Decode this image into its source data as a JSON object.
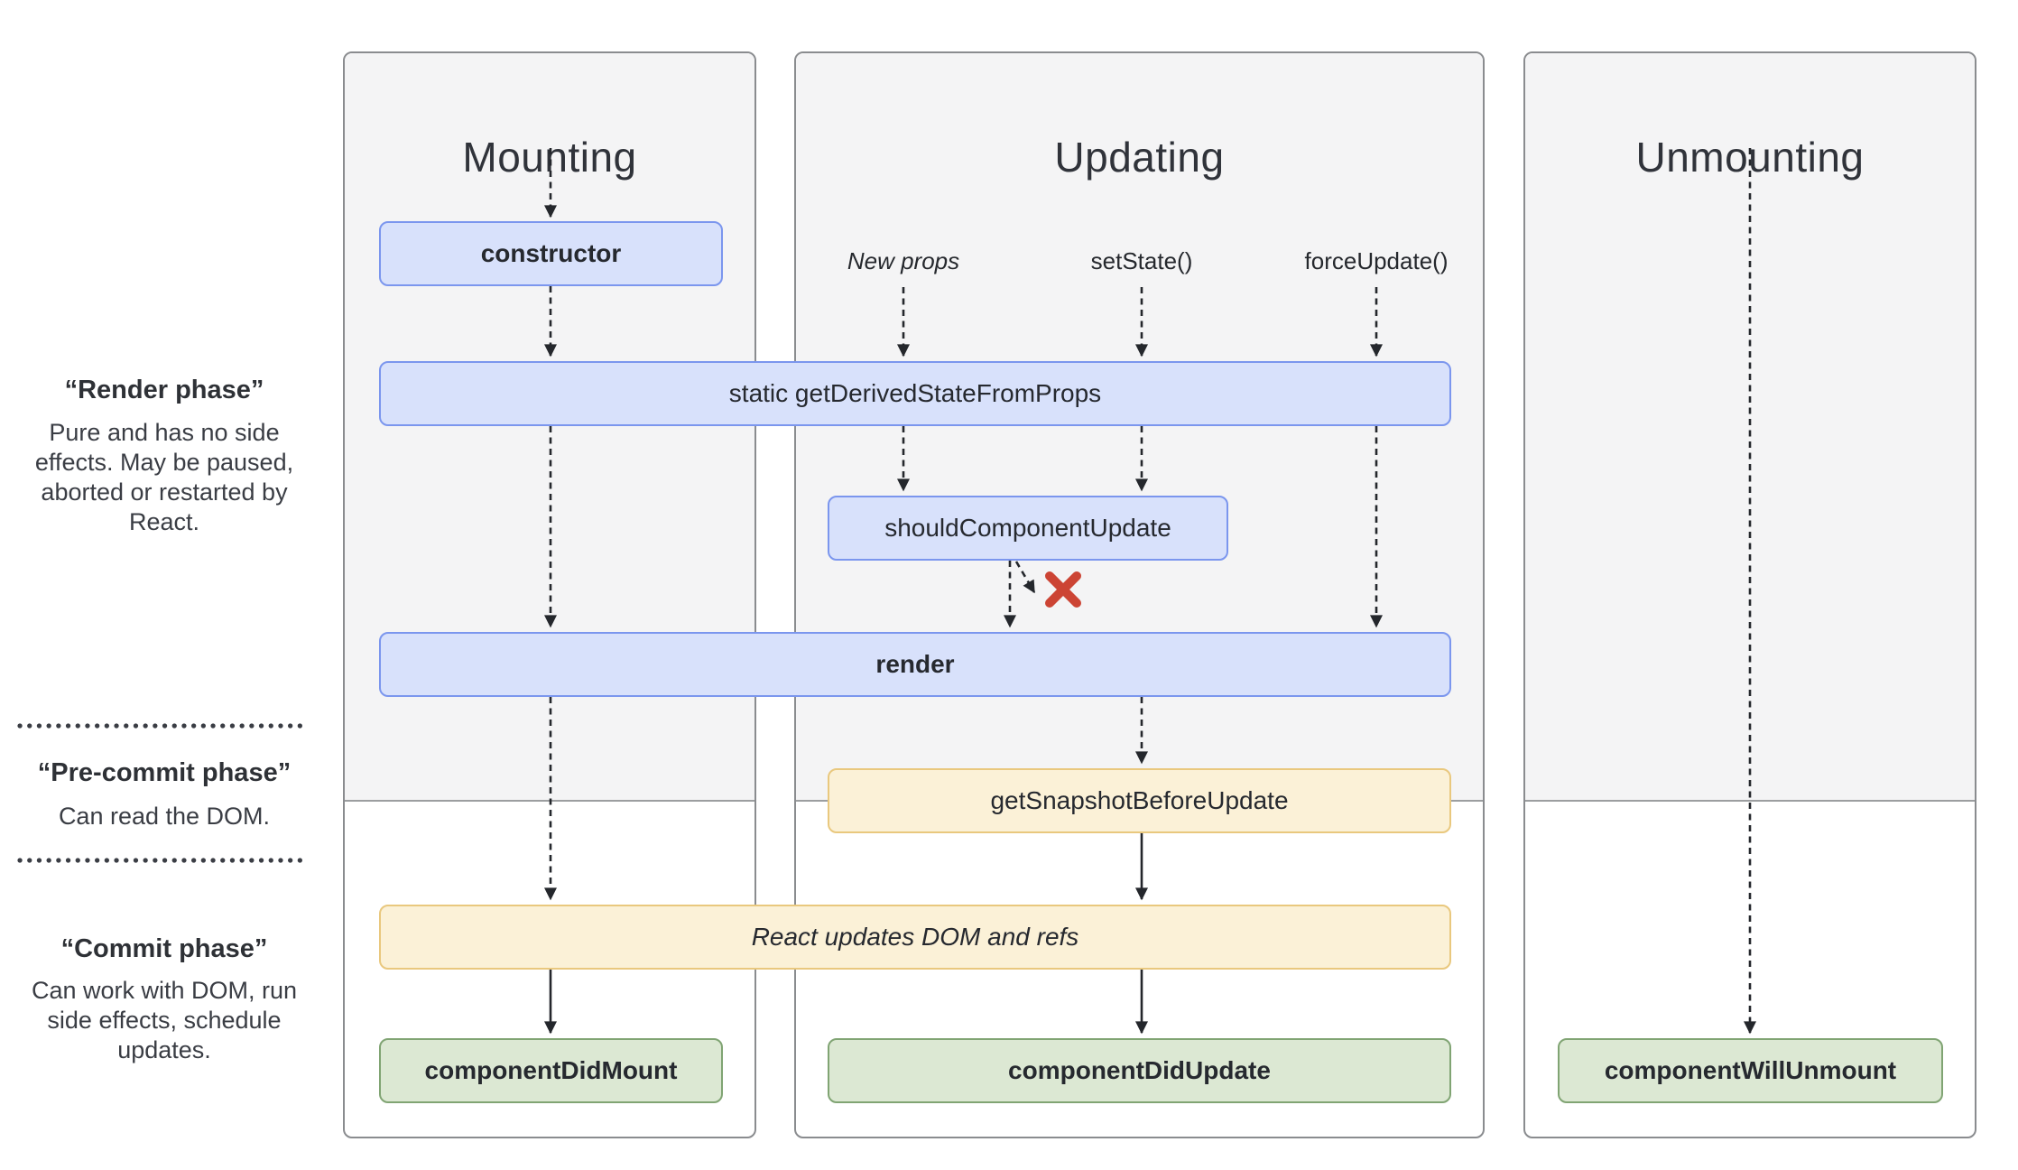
{
  "columns": [
    {
      "id": "mounting",
      "title": "Mounting"
    },
    {
      "id": "updating",
      "title": "Updating"
    },
    {
      "id": "unmounting",
      "title": "Unmounting"
    }
  ],
  "phases": [
    {
      "title": "“Render phase”",
      "description": "Pure and has no side effects. May be paused, aborted or restarted by React."
    },
    {
      "title": "“Pre-commit phase”",
      "description": "Can read the DOM."
    },
    {
      "title": "“Commit phase”",
      "description": "Can work with DOM, run side effects, schedule updates."
    }
  ],
  "update_triggers": [
    {
      "label": "New props"
    },
    {
      "label": "setState()"
    },
    {
      "label": "forceUpdate()"
    }
  ],
  "boxes": {
    "ctor": {
      "label": "constructor",
      "kind": "blue"
    },
    "get_derived": {
      "label": "static getDerivedStateFromProps",
      "kind": "blue"
    },
    "should_update": {
      "label": "shouldComponentUpdate",
      "kind": "blue"
    },
    "render": {
      "label": "render",
      "kind": "blue"
    },
    "get_snapshot": {
      "label": "getSnapshotBeforeUpdate",
      "kind": "yellow"
    },
    "react_updates": {
      "label": "React updates DOM and refs",
      "kind": "yellow"
    },
    "did_mount": {
      "label": "componentDidMount",
      "kind": "green"
    },
    "did_update": {
      "label": "componentDidUpdate",
      "kind": "green"
    },
    "will_unmount": {
      "label": "componentWillUnmount",
      "kind": "green"
    }
  },
  "colors": {
    "page_bg": "#ffffff",
    "panel_bg_top": "#f4f4f5",
    "panel_bg_bottom": "#ffffff",
    "panel_border": "#8a8c8f",
    "phase_divider": "#9c9ea0",
    "blue_fill": "#d8e1fb",
    "blue_border": "#7b96ee",
    "yellow_fill": "#fbf1d7",
    "yellow_border": "#e9c87e",
    "green_fill": "#dce8d3",
    "green_border": "#80a473",
    "arrow": "#24272c",
    "text": "#2b2e34",
    "reject_x": "#cc4434"
  }
}
